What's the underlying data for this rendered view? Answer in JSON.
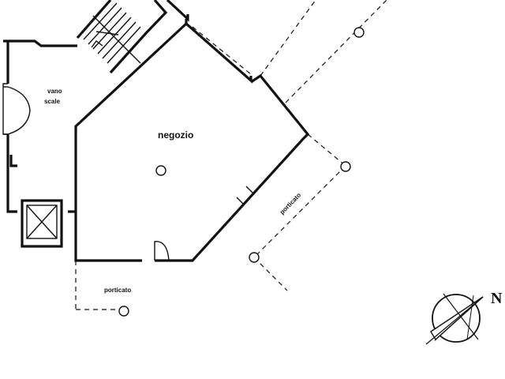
{
  "rooms": {
    "stair_label_line1": "vano",
    "stair_label_line2": "scale",
    "shop_label": "negozio",
    "porch_right_label": "porticato",
    "porch_bottom_label": "porticato"
  },
  "compass": {
    "north_label": "N"
  },
  "colors": {
    "ink": "#111111",
    "paper": "#ffffff"
  }
}
